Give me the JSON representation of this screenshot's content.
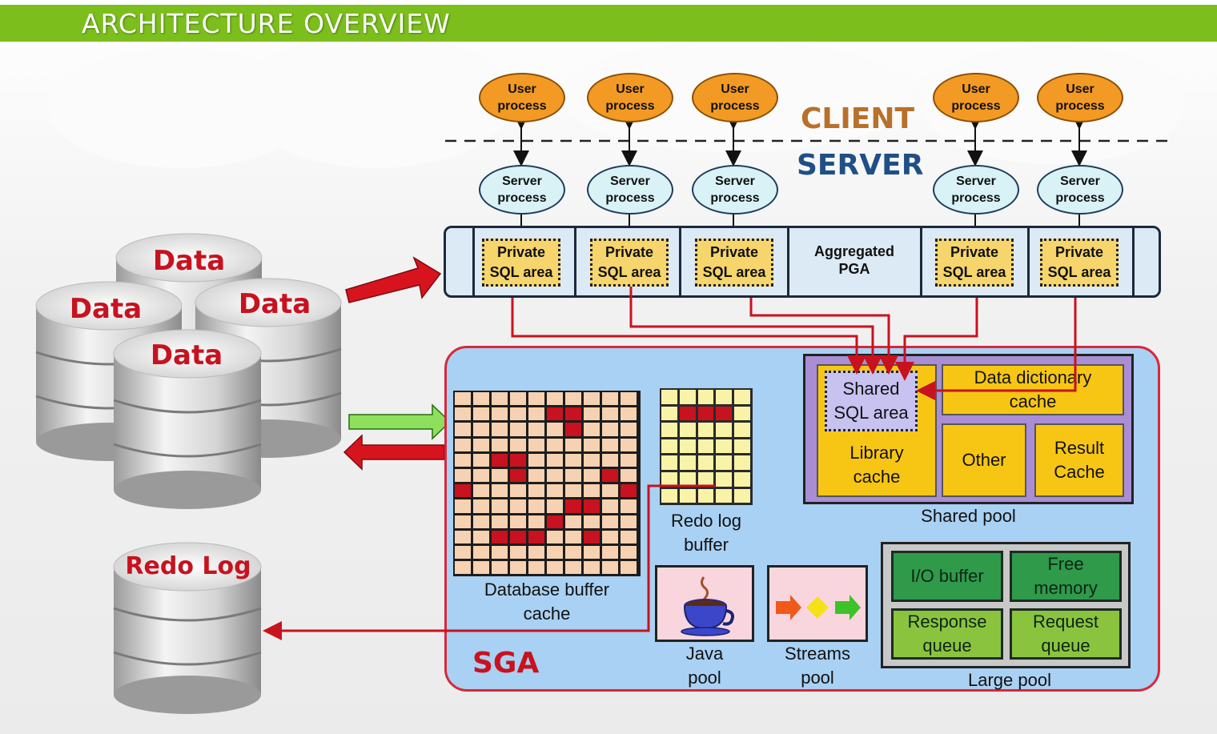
{
  "header": {
    "title": "ARCHITECTURE  OVERVIEW"
  },
  "zones": {
    "client": "CLIENT",
    "server": "SERVER"
  },
  "user_process_label": "User\nprocess",
  "server_process_label": "Server\nprocess",
  "private_sql_label": "Private\nSQL area",
  "aggregated_pga_label": "Aggregated\nPGA",
  "data_files": [
    "Data",
    "Data",
    "Data",
    "Data"
  ],
  "redo_log_file": "Redo Log",
  "sga": {
    "label": "SGA",
    "db_buffer_cache": "Database buffer\ncache",
    "redo_log_buffer": "Redo log\nbuffer",
    "java_pool": "Java\npool",
    "streams_pool": "Streams\npool",
    "shared_pool": {
      "label": "Shared pool",
      "shared_sql_area": "Shared\nSQL area",
      "library_cache": "Library\ncache",
      "data_dictionary_cache": "Data dictionary\ncache",
      "other": "Other",
      "result_cache": "Result\nCache"
    },
    "large_pool": {
      "label": "Large pool",
      "io_buffer": "I/O buffer",
      "free_memory": "Free\nmemory",
      "response_queue": "Response\nqueue",
      "request_queue": "Request\nqueue"
    }
  },
  "colors": {
    "header": "#7cbf1c",
    "user_process": "#f39a24",
    "server_process": "#d8f2f6",
    "sga_fill": "#a9d1f3",
    "sga_border": "#d8283a",
    "arrow_red": "#d7141e",
    "arrow_green": "#8ee05c"
  }
}
